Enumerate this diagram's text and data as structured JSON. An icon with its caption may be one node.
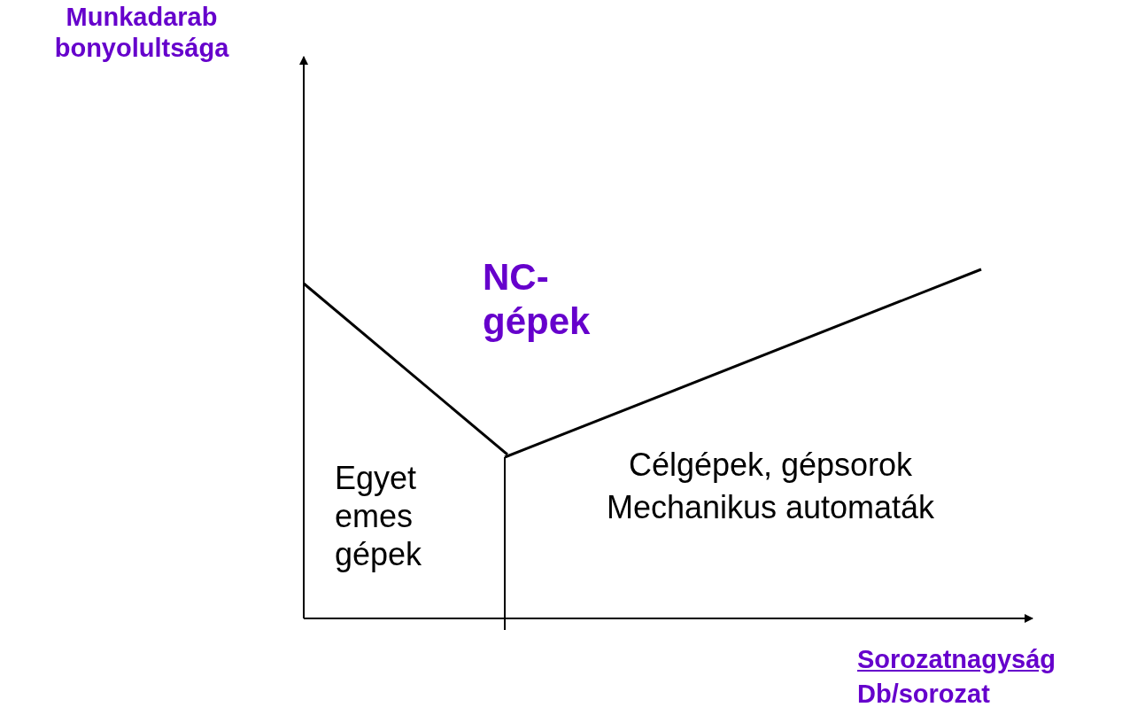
{
  "diagram": {
    "labels": [
      "Munkadarab bonyolultsága",
      "NC-gépek",
      "Egyet emes gépek",
      "Célgépek, gépsorok",
      "Mechanikus automaták",
      "Sorozatnagyság",
      "Db/sorozat"
    ]
  }
}
